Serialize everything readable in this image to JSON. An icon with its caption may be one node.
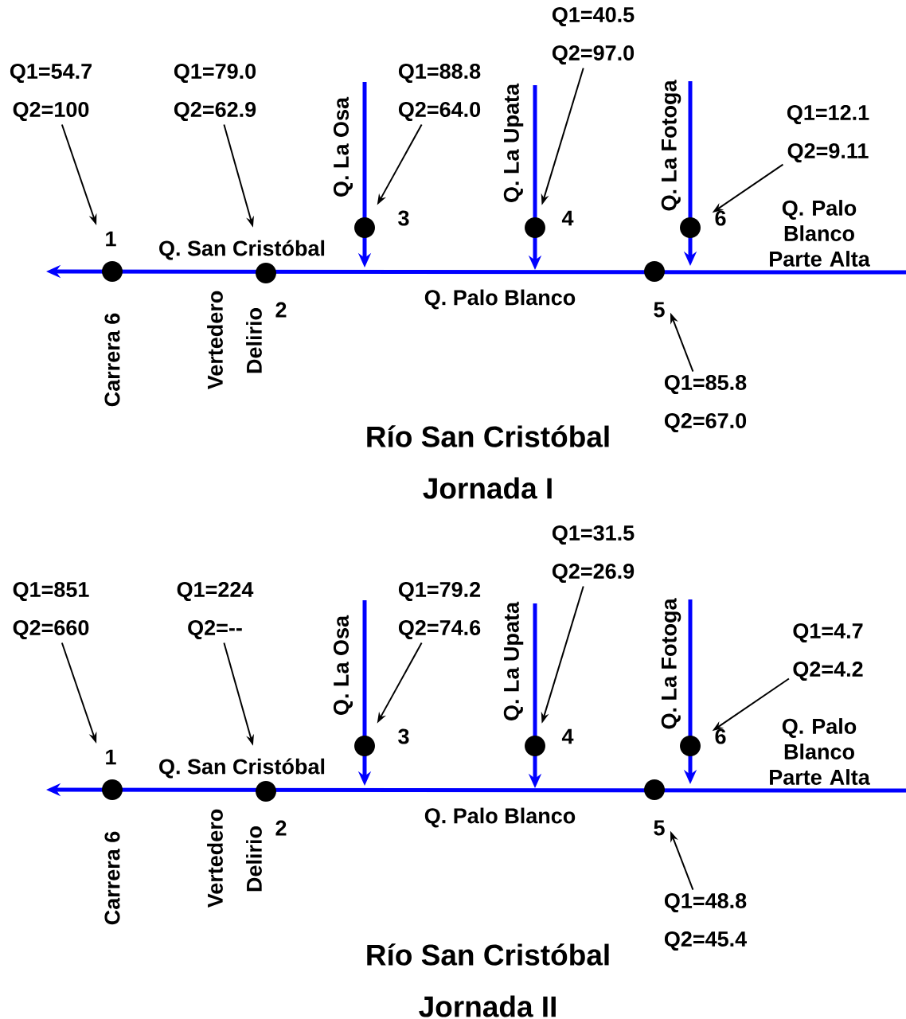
{
  "diagram": {
    "nodes": [
      {
        "text": [
          "Q1=54.7",
          "Q2=100"
        ]
      },
      {
        "text": [
          "Q1=79.0",
          "Q2=62.9"
        ]
      },
      {
        "text": [
          "Q1=88.8",
          "Q2=64.0"
        ]
      },
      {
        "text": [
          "Q1=40.5",
          "Q2=97.0"
        ]
      },
      {
        "text": [
          "Q1=85.8",
          "Q2=67.0"
        ]
      },
      {
        "text": [
          "Q1=12.1",
          "Q2=9.11"
        ]
      },
      {
        "text": [],
        "shape": "circle",
        "beside": [
          "1"
        ]
      },
      {
        "text": [],
        "shape": "circle",
        "beside": [
          "2"
        ]
      },
      {
        "text": [],
        "shape": "circle",
        "beside": [
          "3"
        ]
      },
      {
        "text": [],
        "shape": "circle",
        "beside": [
          "4"
        ]
      },
      {
        "text": [],
        "shape": "circle",
        "beside": [
          "5"
        ]
      },
      {
        "text": [],
        "shape": "circle",
        "beside": [
          "6"
        ]
      },
      {
        "text": [
          "Q1=851",
          "Q2=660"
        ]
      },
      {
        "text": [
          "Q1=224",
          "Q2=--"
        ]
      },
      {
        "text": [
          "Q1=79.2",
          "Q2=74.6"
        ]
      },
      {
        "text": [
          "Q1=31.5",
          "Q2=26.9"
        ]
      },
      {
        "text": [
          "Q1=48.8",
          "Q2=45.4"
        ]
      },
      {
        "text": [
          "Q1=4.7",
          "Q2=4.2"
        ]
      },
      {
        "text": [],
        "shape": "circle",
        "beside": [
          "1"
        ]
      },
      {
        "text": [],
        "shape": "circle",
        "beside": [
          "2"
        ]
      },
      {
        "text": [],
        "shape": "circle",
        "beside": [
          "3"
        ]
      },
      {
        "text": [],
        "shape": "circle",
        "beside": [
          "4"
        ]
      },
      {
        "text": [],
        "shape": "circle",
        "beside": [
          "5"
        ]
      },
      {
        "text": [],
        "shape": "circle",
        "beside": [
          "6"
        ]
      }
    ],
    "edges": [
      {
        "from": 0,
        "to": 6,
        "arrow": "to"
      },
      {
        "from": 1,
        "to": 7,
        "arrow": "to"
      },
      {
        "from": 2,
        "to": 8,
        "arrow": "to"
      },
      {
        "from": 3,
        "to": 9,
        "arrow": "to"
      },
      {
        "from": 4,
        "to": 10,
        "arrow": "to"
      },
      {
        "from": 5,
        "to": 11,
        "arrow": "to"
      },
      {
        "from": 12,
        "to": 18,
        "arrow": "to"
      },
      {
        "from": 13,
        "to": 19,
        "arrow": "to"
      },
      {
        "from": 14,
        "to": 20,
        "arrow": "to"
      },
      {
        "from": 15,
        "to": 21,
        "arrow": "to"
      },
      {
        "from": 16,
        "to": 22,
        "arrow": "to"
      },
      {
        "from": 17,
        "to": 23,
        "arrow": "to"
      }
    ],
    "labels": [
      "Q. La Osa",
      "Q. La Upata",
      "Q. La Fotoga",
      "Q. Palo Blanco Parte Alta",
      "Q. San Cristóbal",
      "Q. Palo Blanco",
      "Carrera 6",
      "Vertedero",
      "Delirio",
      "Río San Cristóbal",
      "Jornada I",
      "Q. La Osa",
      "Q. La Upata",
      "Q. La Fotoga",
      "Q. Palo Blanco Parte Alta",
      "Q. San Cristóbal",
      "Q. Palo Blanco",
      "Carrera 6",
      "Vertedero",
      "Delirio",
      "Río San Cristóbal",
      "Jornada II"
    ]
  }
}
